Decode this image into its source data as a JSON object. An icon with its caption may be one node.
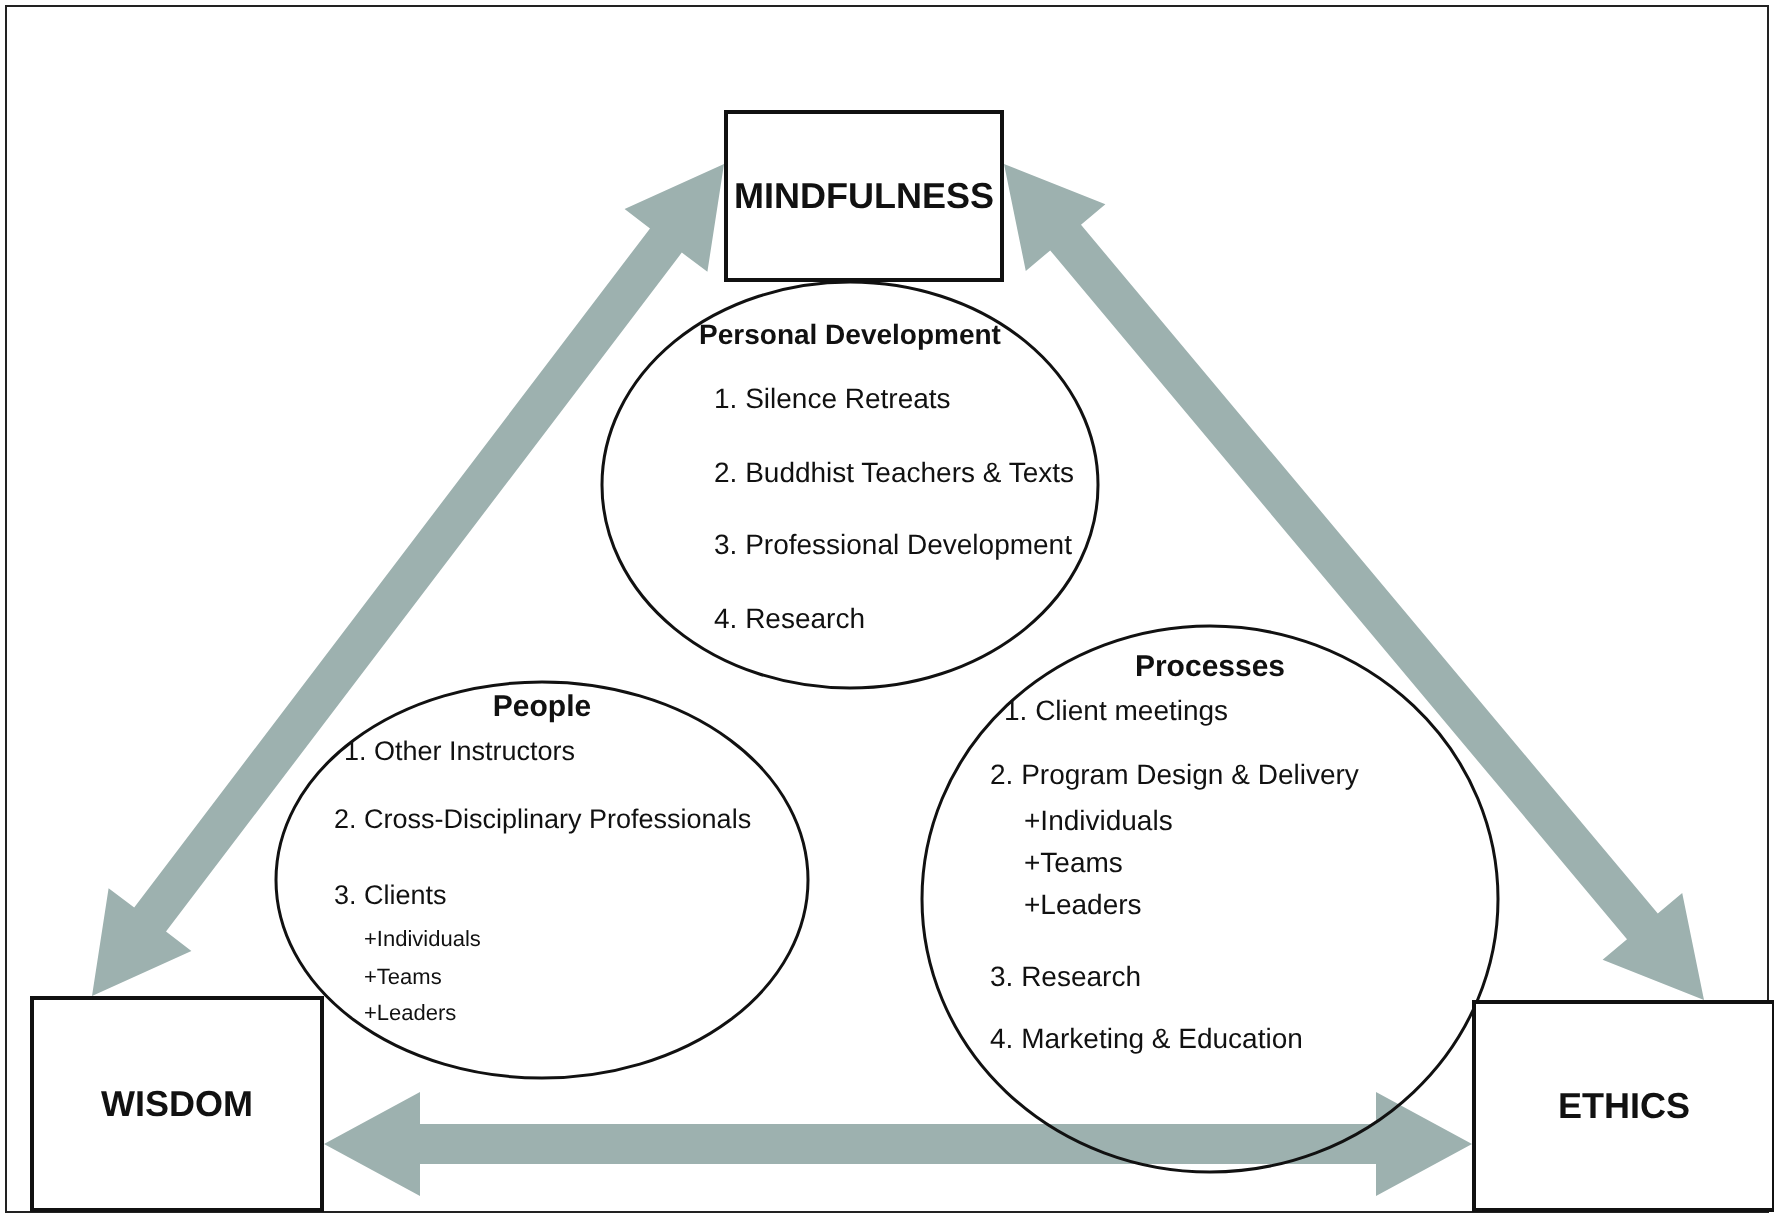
{
  "diagram": {
    "nodes": [
      {
        "text": [
          "MINDFULNESS"
        ]
      },
      {
        "text": [
          "Personal Development",
          "1. Silence Retreats",
          "2. Buddhist Teachers & Texts",
          "3. Professional Development",
          "4. Research"
        ]
      },
      {
        "text": [
          "People",
          "1. Other Instructors",
          "2. Cross-Disciplinary Professionals",
          "3. Clients",
          "+Individuals",
          "+Teams",
          "+Leaders"
        ]
      },
      {
        "text": [
          "Processes",
          "1. Client meetings",
          "2. Program Design & Delivery",
          "+Individuals",
          "+Teams",
          "+Leaders",
          "3. Research",
          "4. Marketing & Education"
        ]
      },
      {
        "text": [
          "WISDOM"
        ]
      },
      {
        "text": [
          "ETHICS"
        ]
      }
    ],
    "edges": [
      {
        "from": 0,
        "to": 4,
        "arrow": "both",
        "style": "thick"
      },
      {
        "from": 0,
        "to": 5,
        "arrow": "both",
        "style": "thick"
      },
      {
        "from": 4,
        "to": 5,
        "arrow": "both",
        "style": "thick"
      }
    ]
  }
}
